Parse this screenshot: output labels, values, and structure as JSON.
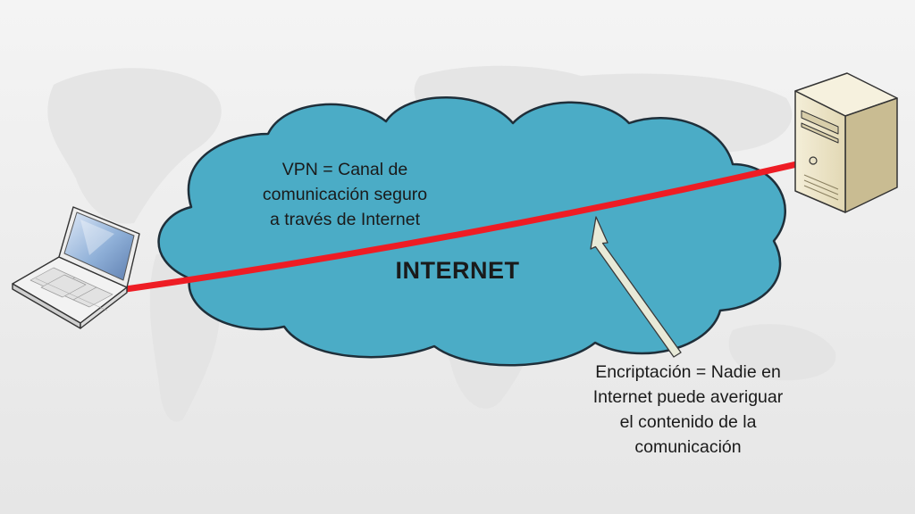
{
  "diagram": {
    "vpn_caption": {
      "line1": "VPN = Canal de",
      "line2": "comunicación seguro",
      "line3": "a través de Internet"
    },
    "cloud_label": "INTERNET",
    "encryption_caption": {
      "line1": "Encriptación = Nadie en",
      "line2": "Internet puede averiguar",
      "line3": "el contenido de la",
      "line4": "comunicación"
    },
    "colors": {
      "cloud_fill": "#4bacc6",
      "cloud_stroke": "#1f2f3a",
      "tunnel": "#ee1c24",
      "arrow_fill": "#e8ead8",
      "server_body": "#ece3c4",
      "laptop_screen": "#8fb0d8"
    },
    "icons": [
      "laptop-icon",
      "server-icon",
      "world-map-watermark"
    ]
  }
}
